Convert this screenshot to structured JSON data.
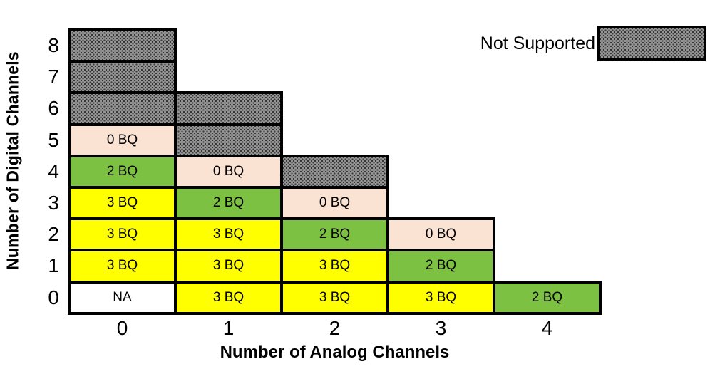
{
  "chart_data": {
    "type": "heatmap",
    "title": "",
    "xlabel": "Number of Analog Channels",
    "ylabel": "Number of Digital Channels",
    "x_tick_labels": [
      "0",
      "1",
      "2",
      "3",
      "4"
    ],
    "y_tick_labels": [
      "8",
      "7",
      "6",
      "5",
      "4",
      "3",
      "2",
      "1",
      "0"
    ],
    "legend": [
      {
        "label": "Not Supported",
        "style": "not-supported"
      }
    ],
    "value_legend": {
      "bq3": "3 BQ",
      "bq2": "2 BQ",
      "bq0": "0 BQ",
      "na": "NA",
      "not-supported": ""
    },
    "rows": [
      {
        "digital": "8",
        "cells": [
          {
            "analog": 0,
            "label": "",
            "style": "not-supported"
          }
        ]
      },
      {
        "digital": "7",
        "cells": [
          {
            "analog": 0,
            "label": "",
            "style": "not-supported"
          }
        ]
      },
      {
        "digital": "6",
        "cells": [
          {
            "analog": 0,
            "label": "",
            "style": "not-supported"
          },
          {
            "analog": 1,
            "label": "",
            "style": "not-supported"
          }
        ]
      },
      {
        "digital": "5",
        "cells": [
          {
            "analog": 0,
            "label": "0 BQ",
            "style": "bq0"
          },
          {
            "analog": 1,
            "label": "",
            "style": "not-supported"
          }
        ]
      },
      {
        "digital": "4",
        "cells": [
          {
            "analog": 0,
            "label": "2 BQ",
            "style": "bq2"
          },
          {
            "analog": 1,
            "label": "0 BQ",
            "style": "bq0"
          },
          {
            "analog": 2,
            "label": "",
            "style": "not-supported"
          }
        ]
      },
      {
        "digital": "3",
        "cells": [
          {
            "analog": 0,
            "label": "3 BQ",
            "style": "bq3"
          },
          {
            "analog": 1,
            "label": "2 BQ",
            "style": "bq2"
          },
          {
            "analog": 2,
            "label": "0 BQ",
            "style": "bq0"
          }
        ]
      },
      {
        "digital": "2",
        "cells": [
          {
            "analog": 0,
            "label": "3 BQ",
            "style": "bq3"
          },
          {
            "analog": 1,
            "label": "3 BQ",
            "style": "bq3"
          },
          {
            "analog": 2,
            "label": "2 BQ",
            "style": "bq2"
          },
          {
            "analog": 3,
            "label": "0 BQ",
            "style": "bq0"
          }
        ]
      },
      {
        "digital": "1",
        "cells": [
          {
            "analog": 0,
            "label": "3 BQ",
            "style": "bq3"
          },
          {
            "analog": 1,
            "label": "3 BQ",
            "style": "bq3"
          },
          {
            "analog": 2,
            "label": "3 BQ",
            "style": "bq3"
          },
          {
            "analog": 3,
            "label": "2 BQ",
            "style": "bq2"
          }
        ]
      },
      {
        "digital": "0",
        "cells": [
          {
            "analog": 0,
            "label": "NA",
            "style": "na"
          },
          {
            "analog": 1,
            "label": "3 BQ",
            "style": "bq3"
          },
          {
            "analog": 2,
            "label": "3 BQ",
            "style": "bq3"
          },
          {
            "analog": 3,
            "label": "3 BQ",
            "style": "bq3"
          },
          {
            "analog": 4,
            "label": "2 BQ",
            "style": "bq2"
          }
        ]
      }
    ]
  },
  "colors": {
    "yellow": "#FFFF00",
    "green": "#7CC142",
    "peach": "#FBE3D4",
    "gray": "#969696",
    "white": "#FFFFFF",
    "border": "#000000",
    "text": "#000000"
  }
}
